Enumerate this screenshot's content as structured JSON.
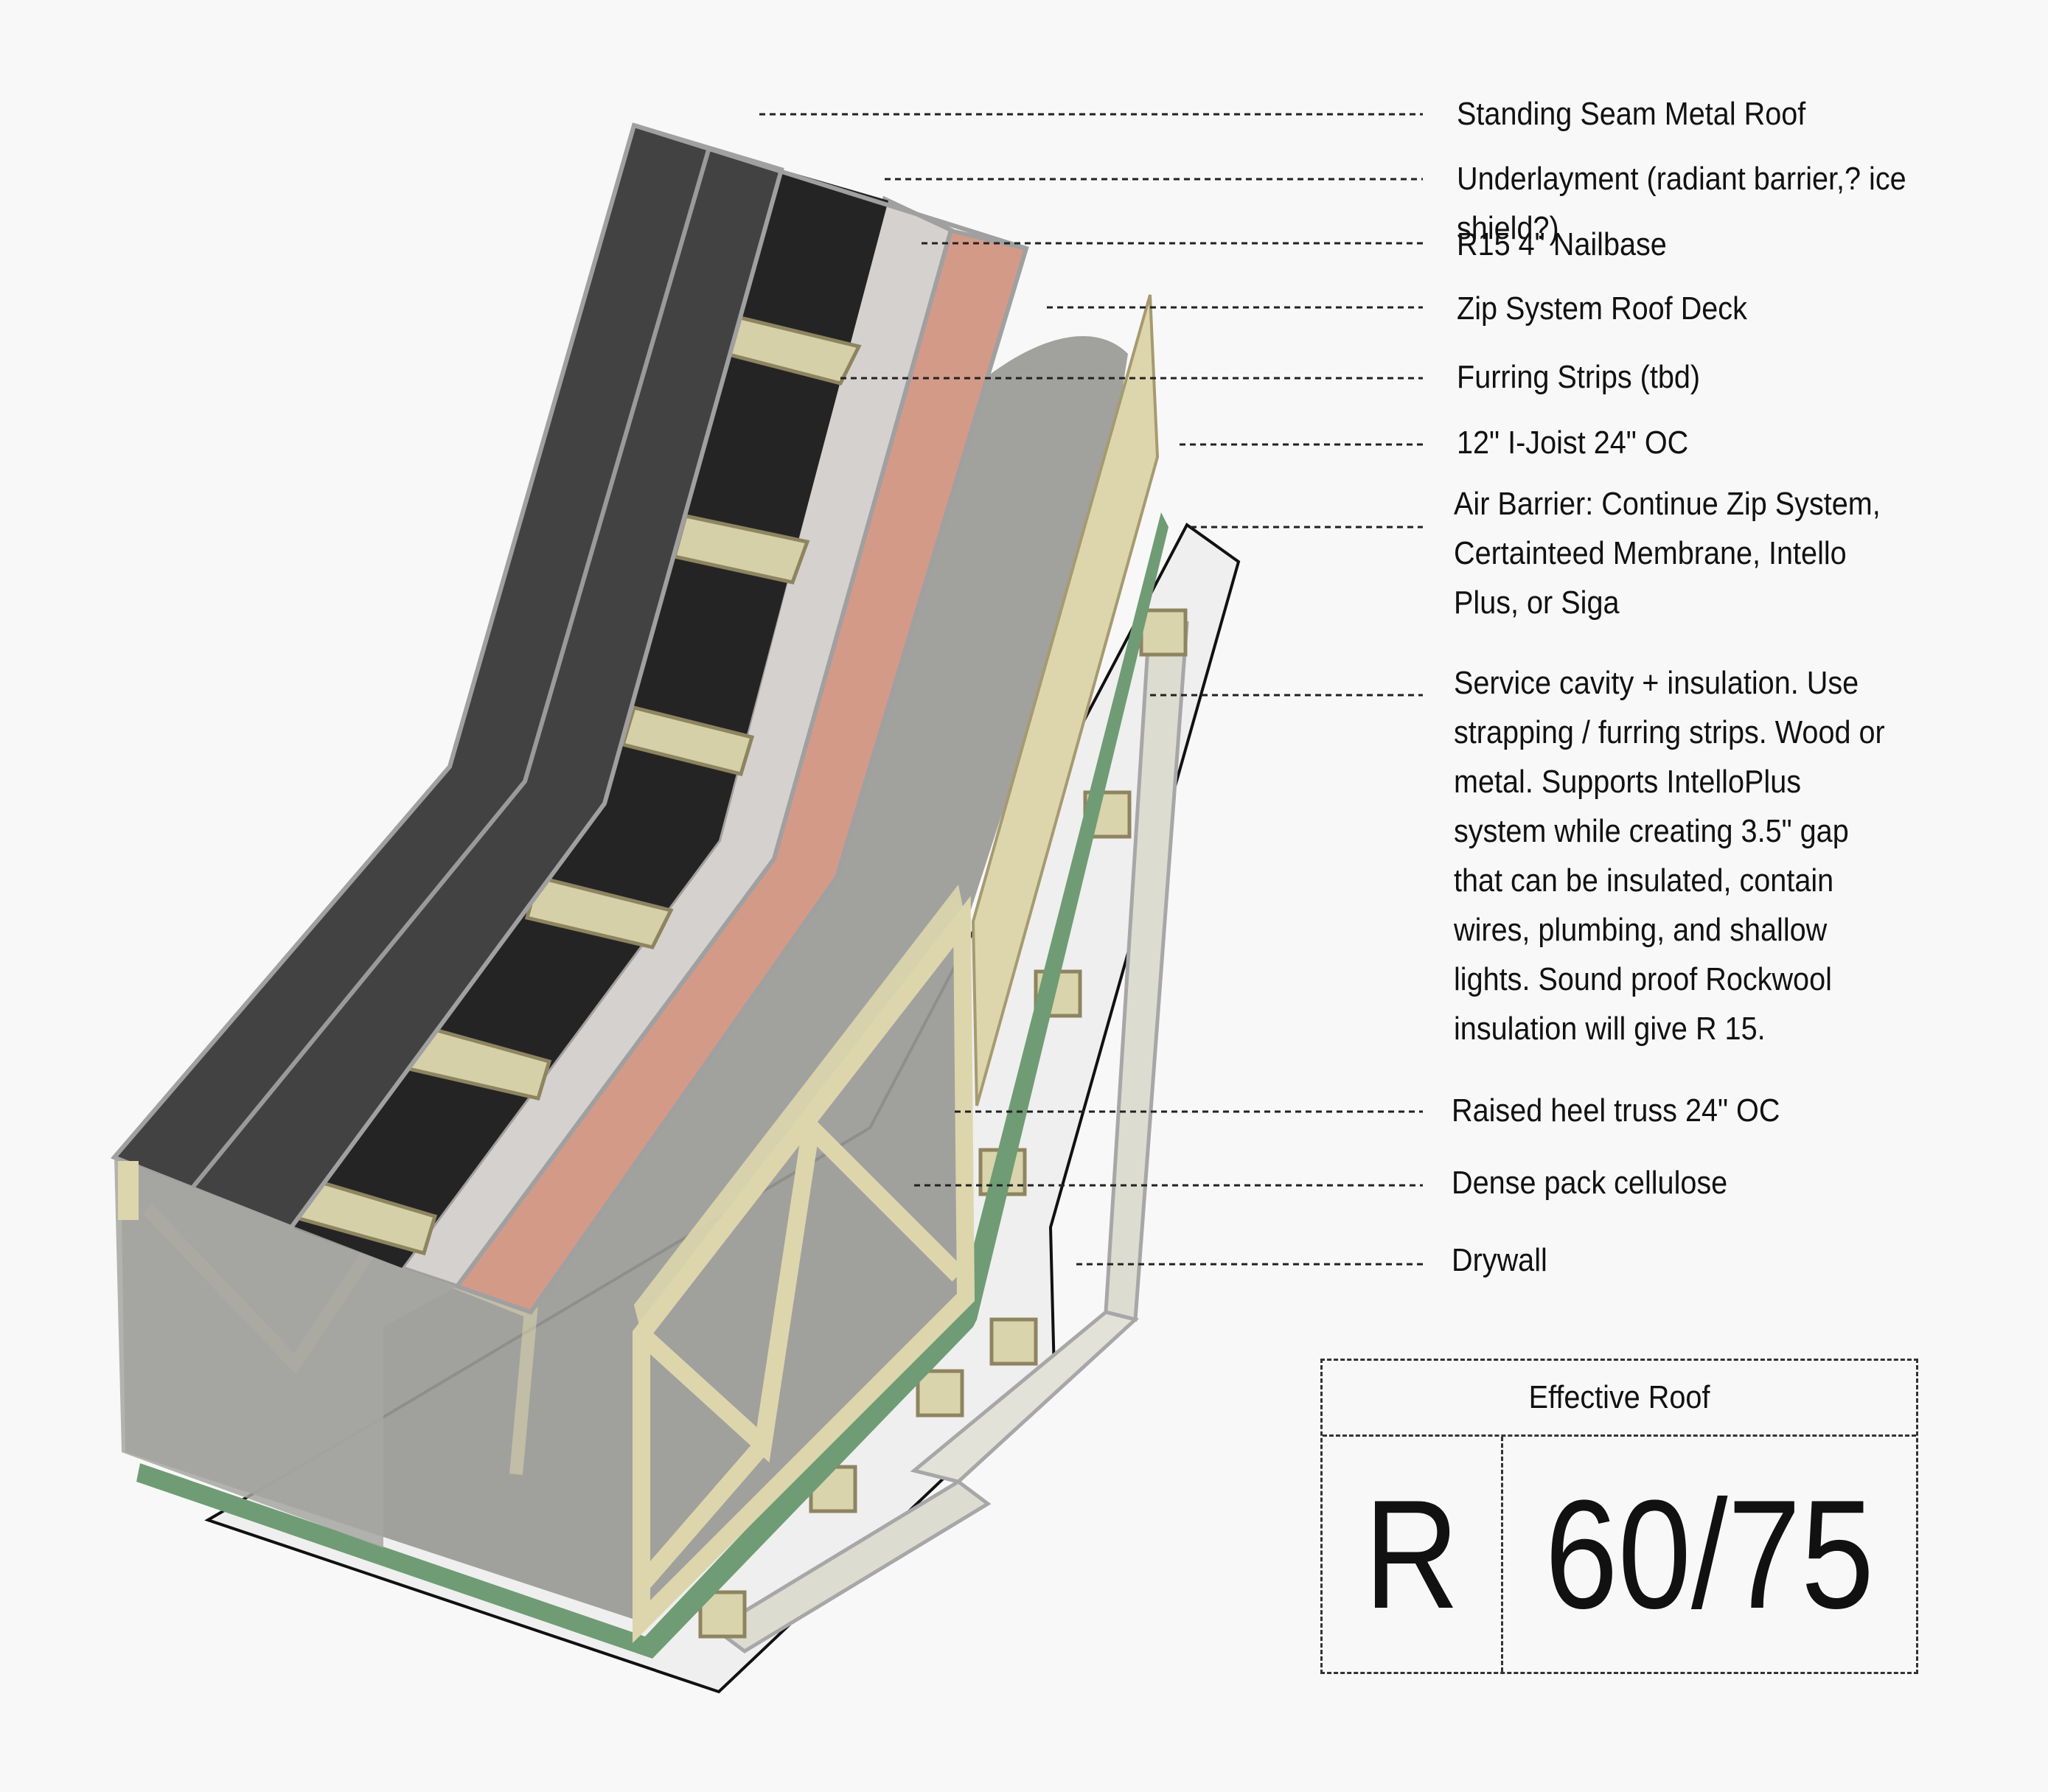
{
  "labels": {
    "standing_seam": "Standing Seam Metal Roof",
    "underlayment": "Underlayment (radiant barrier,? ice shield?)",
    "nailbase": "R15 4\" Nailbase",
    "zip_deck": "Zip System Roof Deck",
    "furring": "Furring Strips (tbd)",
    "i_joist": "12\" I-Joist 24\" OC",
    "air_barrier": "Air Barrier: Continue Zip System,\nCertainteed Membrane, Intello\nPlus, or Siga",
    "service_cavity": "Service cavity + insulation. Use\nstrapping / furring strips. Wood or\nmetal. Supports IntelloPlus\nsystem while creating 3.5\" gap\nthat can be insulated, contain\nwires, plumbing, and shallow\nlights. Sound proof Rockwool\ninsulation will give R 15.",
    "heel_truss": "Raised heel truss 24\" OC",
    "cellulose": "Dense pack cellulose",
    "drywall": "Drywall"
  },
  "r_table": {
    "header": "Effective Roof",
    "r_label": "R",
    "value": "60/75"
  },
  "colors": {
    "metal_roof": "#424242",
    "nailbase_dark": "#242424",
    "furring_wood": "#d6d0a8",
    "underlayment": "#d5d1cf",
    "zip_deck": "#d49a88",
    "cellulose_gray": "#999a96",
    "truss_wood": "#ddd6ad",
    "air_barrier_green": "#6f9c74",
    "drywall": "#efefef",
    "service_cavity": "#dcdcd0"
  }
}
